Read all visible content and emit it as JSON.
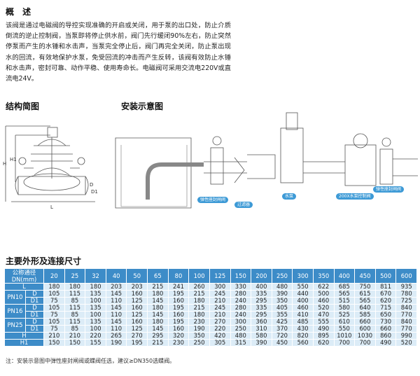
{
  "overview": {
    "title": "概 述",
    "body": "该阀是通过电磁阀的导控实现准确的开启或关闭，用于泵的出口处，防止介质倒流的逆止控制阀，当泵即将停止供水前，阀门先行缓闭90%左右，防止突然停泵而产生的水锤和水击声，当泵完全停止后，阀门再完全关闭，防止泵出现水的回流，有效地保护水泵，免受回流的冲击而产生反转，该阀有效防止水锤和水击声，密封可靠、动作平稳、使用寿命长。电磁阀可采用交流电220V或直流电24V。"
  },
  "structure": {
    "title": "结构简图",
    "dim_labels": [
      "H",
      "H1",
      "L",
      "D",
      "D1"
    ]
  },
  "install": {
    "title": "安装示意图",
    "labels": {
      "gate_valve_left": "弹性座封闸阀",
      "strainer": "过滤器",
      "pump": "水泵",
      "control_valve": "200X水泵控制阀",
      "gate_valve_right": "弹性座封闸阀"
    }
  },
  "dims": {
    "title": "主要外形及连接尺寸",
    "header_label": "公称通径\nDN(mm)",
    "dn": [
      "20",
      "25",
      "32",
      "40",
      "50",
      "65",
      "80",
      "100",
      "125",
      "150",
      "200",
      "250",
      "300",
      "350",
      "400",
      "450",
      "500",
      "600"
    ],
    "rows": [
      {
        "group": "",
        "sub": "L",
        "values": [
          "180",
          "180",
          "180",
          "203",
          "203",
          "215",
          "241",
          "260",
          "300",
          "330",
          "400",
          "480",
          "550",
          "622",
          "685",
          "750",
          "811",
          "935"
        ]
      },
      {
        "group": "PN10",
        "sub": "D",
        "values": [
          "105",
          "115",
          "135",
          "145",
          "160",
          "180",
          "195",
          "215",
          "245",
          "280",
          "335",
          "390",
          "440",
          "500",
          "565",
          "615",
          "670",
          "780"
        ]
      },
      {
        "group": "",
        "sub": "D1",
        "values": [
          "75",
          "85",
          "100",
          "110",
          "125",
          "145",
          "160",
          "180",
          "210",
          "240",
          "295",
          "350",
          "400",
          "460",
          "515",
          "565",
          "620",
          "725"
        ]
      },
      {
        "group": "PN16",
        "sub": "D",
        "values": [
          "105",
          "115",
          "135",
          "145",
          "160",
          "180",
          "195",
          "215",
          "245",
          "280",
          "335",
          "405",
          "460",
          "520",
          "580",
          "640",
          "715",
          "840"
        ]
      },
      {
        "group": "",
        "sub": "D1",
        "values": [
          "75",
          "85",
          "100",
          "110",
          "125",
          "145",
          "160",
          "180",
          "210",
          "240",
          "295",
          "355",
          "410",
          "470",
          "525",
          "585",
          "650",
          "770"
        ]
      },
      {
        "group": "PN25",
        "sub": "D",
        "values": [
          "105",
          "115",
          "135",
          "145",
          "160",
          "180",
          "195",
          "230",
          "270",
          "300",
          "360",
          "425",
          "485",
          "555",
          "610",
          "660",
          "730",
          "840"
        ]
      },
      {
        "group": "",
        "sub": "D1",
        "values": [
          "75",
          "85",
          "100",
          "110",
          "125",
          "145",
          "160",
          "190",
          "220",
          "250",
          "310",
          "370",
          "430",
          "490",
          "550",
          "600",
          "660",
          "770"
        ]
      },
      {
        "group": "",
        "sub": "H",
        "values": [
          "210",
          "210",
          "220",
          "265",
          "270",
          "295",
          "320",
          "350",
          "420",
          "480",
          "580",
          "720",
          "820",
          "895",
          "1010",
          "1030",
          "860",
          "990"
        ]
      },
      {
        "group": "",
        "sub": "H1",
        "values": [
          "150",
          "150",
          "155",
          "190",
          "195",
          "215",
          "230",
          "250",
          "305",
          "315",
          "390",
          "450",
          "560",
          "620",
          "700",
          "700",
          "490",
          "520"
        ]
      }
    ]
  },
  "note": "注：安装示意图中弹性座封闸阀或蝶阀任选，建议≥DN350选蝶阀。",
  "colors": {
    "accent": "#3d8cc8",
    "cell": "#dcecf7",
    "tag": "#3d9ad6",
    "line": "#555555"
  }
}
